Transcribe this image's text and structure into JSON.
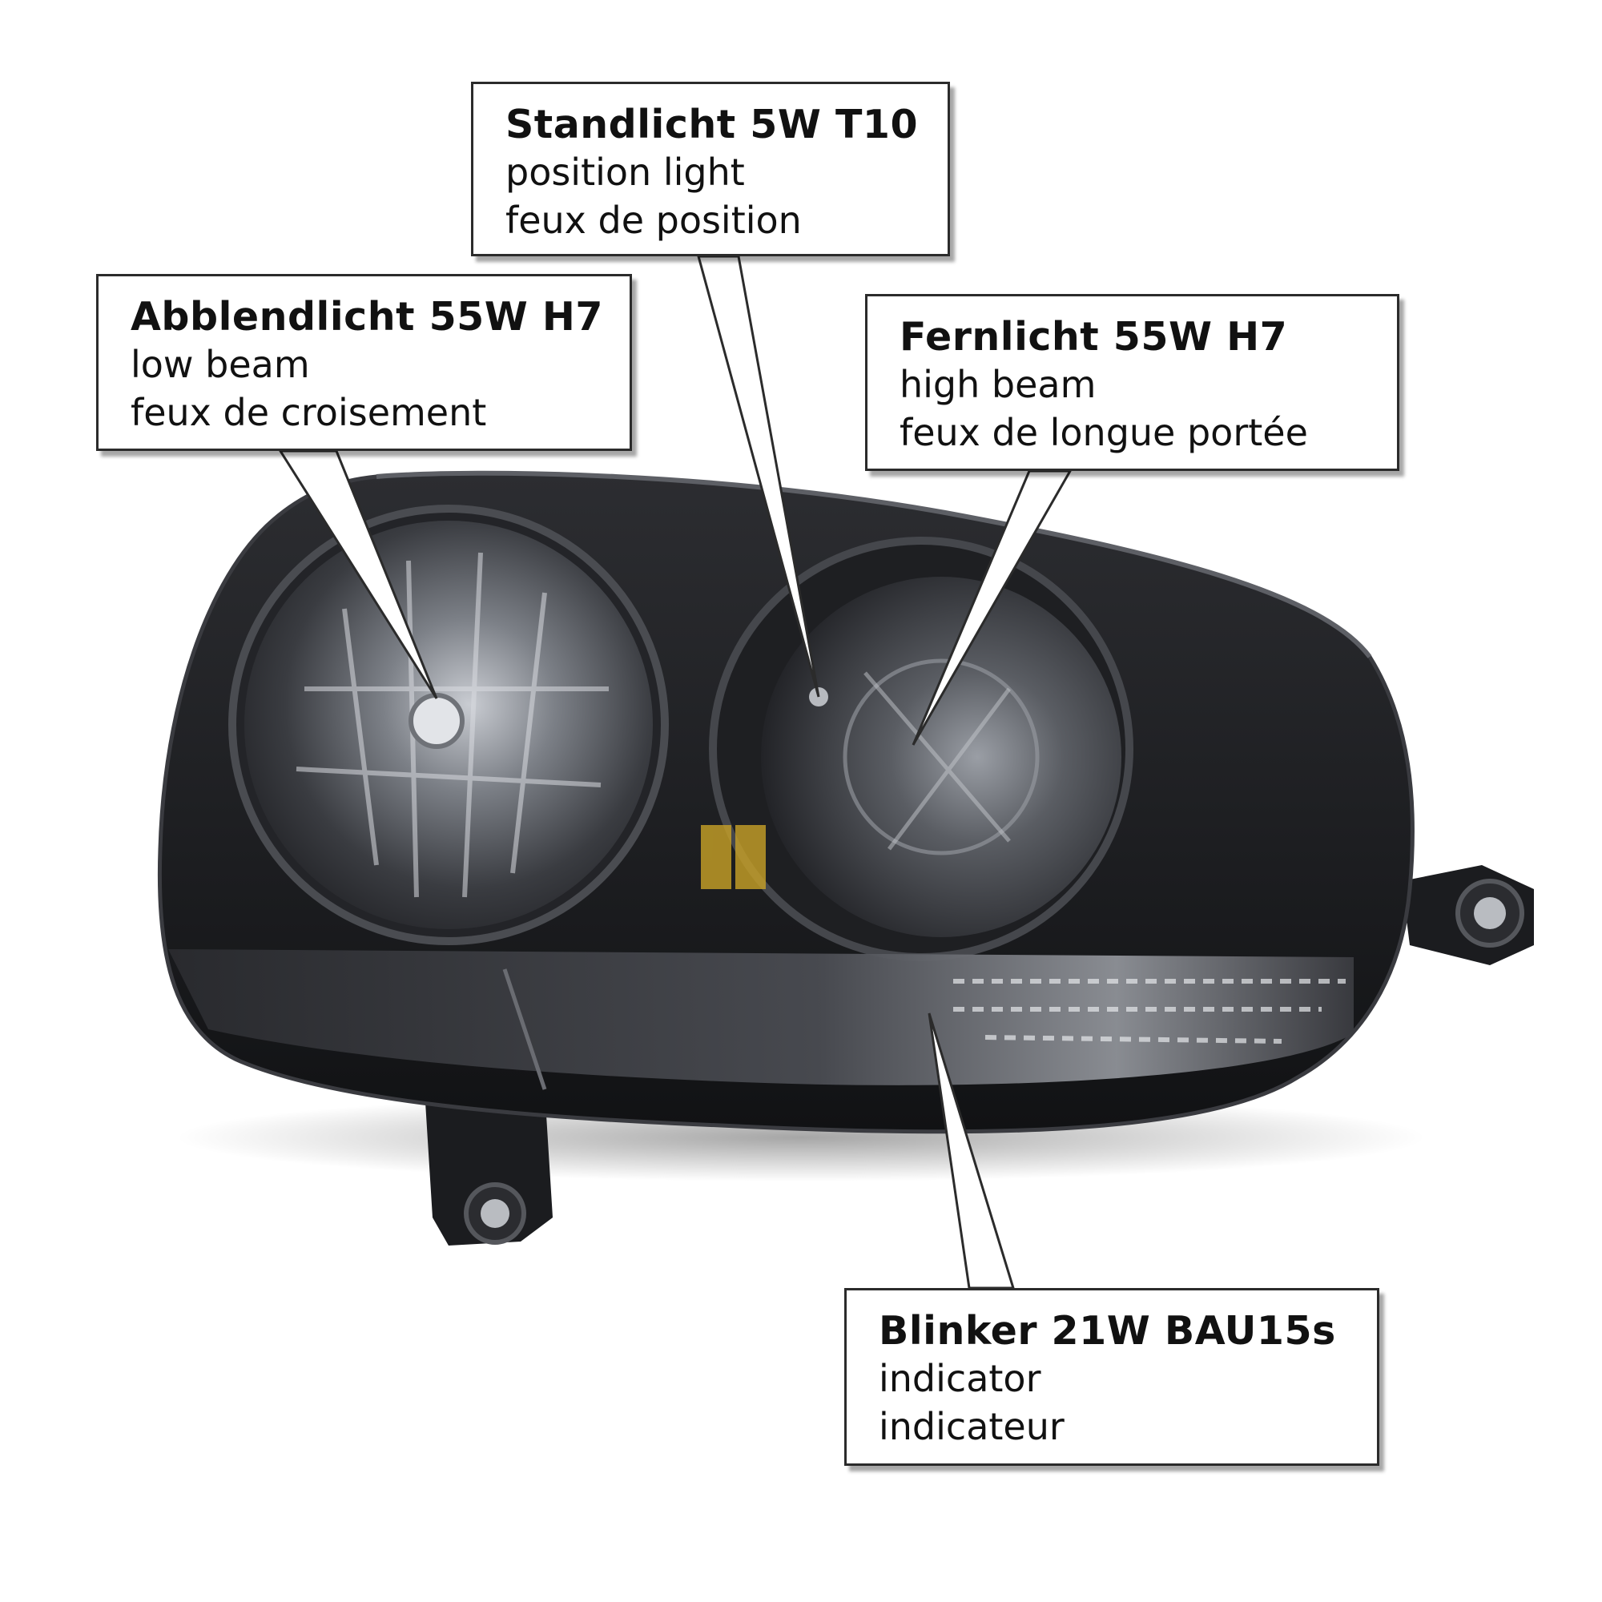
{
  "callouts": {
    "standlicht": {
      "title": "Standlicht 5W T10",
      "line1": "position light",
      "line2": "feux de position"
    },
    "abblendlicht": {
      "title": "Abblendlicht 55W H7",
      "line1": "low beam",
      "line2": "feux de croisement"
    },
    "fernlicht": {
      "title": "Fernlicht 55W H7",
      "line1": "high beam",
      "line2": "feux de longue portée"
    },
    "blinker": {
      "title": "Blinker 21W BAU15s",
      "line1": "indicator",
      "line2": "indicateur"
    }
  },
  "colors": {
    "housing": "#1f2024",
    "housing_edge": "#3a3b40",
    "lens_ring": "#505257",
    "reflector": "#8d9096",
    "watermark_accent": "#c9a227",
    "callout_border": "#2b2b2b",
    "callout_bg": "#ffffff"
  }
}
